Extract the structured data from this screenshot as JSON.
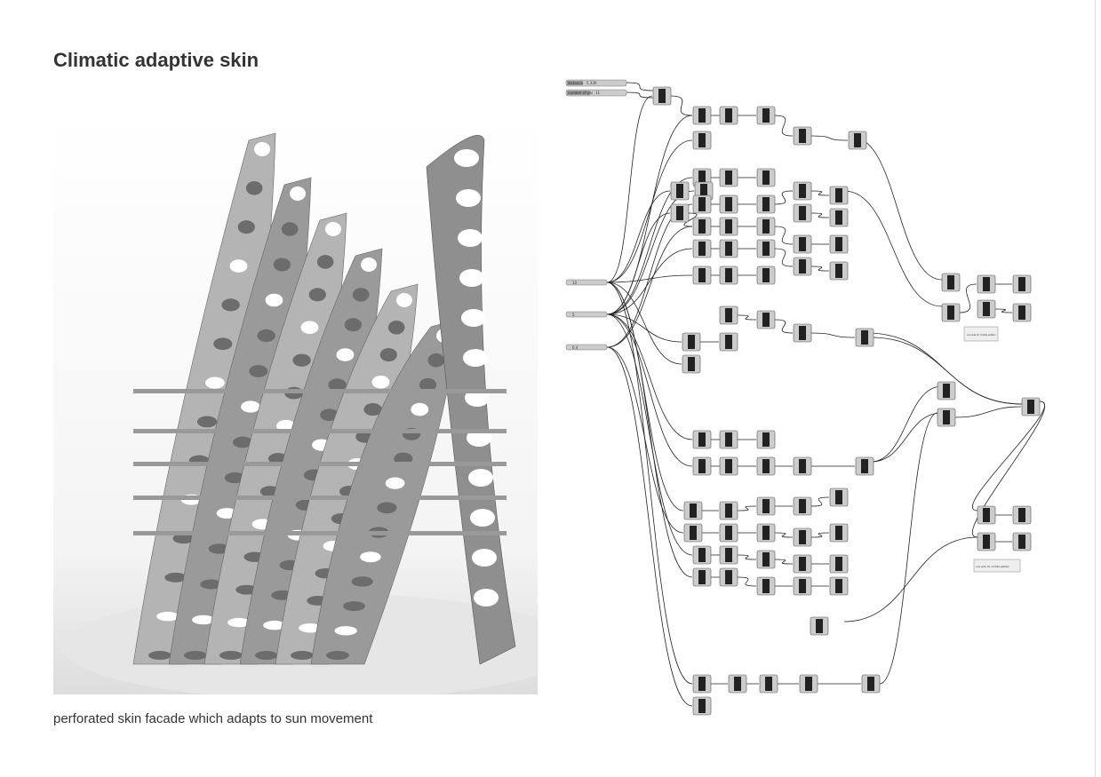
{
  "page": {
    "title": "Climatic adaptive skin",
    "caption": "perforated skin facade which adapts to sun movement"
  },
  "diagram": {
    "sliders_top": [
      {
        "label": "distance",
        "value": "5.330"
      },
      {
        "label": "number of pts",
        "value": "11"
      }
    ],
    "sliders_left": [
      {
        "value": "10"
      },
      {
        "value": "5"
      },
      {
        "value": "0.4"
      }
    ],
    "notes": [
      {
        "text": "one side for middle pattern"
      },
      {
        "text": "one side for middle pattern"
      }
    ]
  }
}
